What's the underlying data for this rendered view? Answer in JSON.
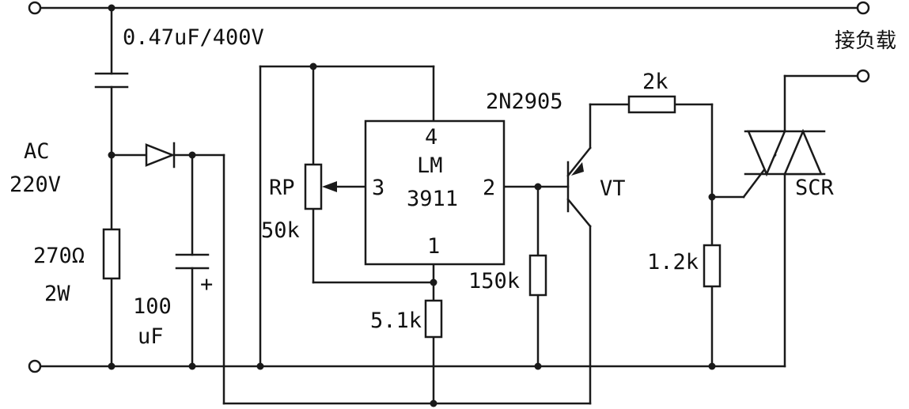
{
  "labels": {
    "cap_047": "0.47uF/400V",
    "connect_load": "接负载",
    "ac_line1": "AC",
    "ac_line2": "220V",
    "r270_line1": "270Ω",
    "r270_line2": "2W",
    "cap100_line1": "100",
    "cap100_line2": "uF",
    "cap_plus": "+",
    "rp": "RP",
    "rp_value": "50k",
    "ic_pin4": "4",
    "ic_pin3": "3",
    "ic_pin2": "2",
    "ic_pin1": "1",
    "ic_name_line1": "LM",
    "ic_name_line2": "3911",
    "r51k": "5.1k",
    "r150k": "150k",
    "transistor_part": "2N2905",
    "transistor_ref": "VT",
    "r2k": "2k",
    "r12k": "1.2k",
    "scr": "SCR"
  },
  "colors": {
    "ink": "#1a1a1a",
    "paper": "#ffffff"
  }
}
